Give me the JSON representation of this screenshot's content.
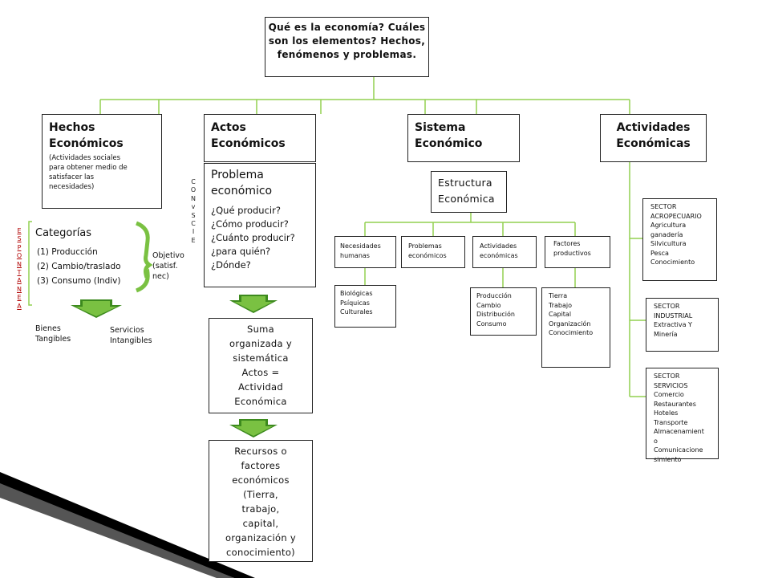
{
  "top": {
    "lines": "Qué es la economía?\nCuáles son los elementos?\nHechos, fenómenos y\nproblemas."
  },
  "hechos": {
    "title": "Hechos\nEconómicos",
    "desc": "(Actividades sociales\npara obtener medio de\nsatisfacer las\nnecesidades)"
  },
  "actos": {
    "title": "Actos\nEconómicos"
  },
  "sistema": {
    "title": "Sistema\nEconómico"
  },
  "actividades": {
    "title": "Actividades\nEconómicas"
  },
  "espontanea": "E\nS\nP\nO\nN\nT\nA\nN\nE\nA",
  "consciente": "C\nO\nN\nv\nS\nC\nI\nE",
  "categorias": {
    "title": "Categorías",
    "items": "(1) Producción\n(2)  Cambio/traslado\n(3) Consumo (Indiv)"
  },
  "objetivo": "Objetivo\n(satisf.\nnec)",
  "bienes": "Bienes\nTangibles",
  "servicios": "Servicios\nIntangibles",
  "problema": {
    "title": "Problema\neconómico",
    "questions": "¿Qué producir?\n¿Cómo producir?\n¿Cuánto producir?\n¿para quién?\n¿Dónde?"
  },
  "suma": "Suma\norganizada y\nsistemática\nActos =\nActividad\nEconómica",
  "recursos": "Recursos o\nfactores\neconómicos\n(Tierra,\ntrabajo,\ncapital,\norganización y\nconocimiento)",
  "estructura": "Estructura\nEconómica",
  "necesidades": {
    "title": "Necesidades\nhumanas",
    "items": "Biológicas\nPsíquicas\nCulturales"
  },
  "problemas_eco": {
    "title": "Problemas\neconómicos"
  },
  "actividades_eco": {
    "title": "Actividades\neconómicas",
    "items": "Producción\nCambio\nDistribución\nConsumo"
  },
  "factores": {
    "title": "Factores\nproductivos",
    "items": "Tierra\nTrabajo\nCapital\nOrganización\nConocimiento"
  },
  "sector_agro": "SECTOR\nACROPECUARIO\nAgricultura\nganadería\nSilvicultura\nPesca\nConocimiento",
  "sector_ind": "SECTOR\nINDUSTRIAL\nExtractiva Y\nMinería",
  "sector_serv": "SECTOR\nSERVICIOS\nComercio\nRestaurantes\nHoteles\nTransporte\nAlmacenamient\no\nComunicacione\nsimiento",
  "colors": {
    "connector": "#92d050",
    "arrow": "#7ac142",
    "arrow_dark": "#3d8a1e",
    "red": "#b00000"
  }
}
